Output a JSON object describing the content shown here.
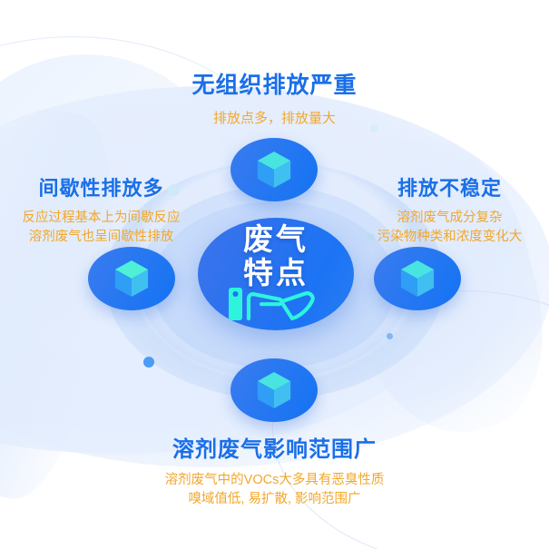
{
  "page": {
    "title": "废气特点",
    "colors": {
      "heading_blue": "#1a6fe8",
      "subtitle_orange": "#f2a72b",
      "core_blue": "#1c74f4",
      "node_blue": "#2a78f1",
      "hand_icon_cyan": "#2ef4dd",
      "background": "#ffffff",
      "halo_blue": "#c6daf9"
    }
  },
  "center": {
    "label": "废气\n特点",
    "icon": "hand-palm-icon"
  },
  "nodes": [
    {
      "id": "top",
      "icon": "cube-icon"
    },
    {
      "id": "left",
      "icon": "cube-icon"
    },
    {
      "id": "right",
      "icon": "cube-icon"
    },
    {
      "id": "bottom",
      "icon": "cube-icon"
    }
  ],
  "features": {
    "top": {
      "heading": "无组织排放严重",
      "subtitle": "排放点多，排放量大"
    },
    "left": {
      "heading": "间歇性排放多",
      "subtitle": "反应过程基本上为间歇反应\n溶剂废气也呈间歇性排放"
    },
    "right": {
      "heading": "排放不稳定",
      "subtitle": "溶剂废气成分复杂\n污染物种类和浓度变化大"
    },
    "bottom": {
      "heading": "溶剂废气影响范围广",
      "subtitle": "溶剂废气中的VOCs大多具有恶臭性质\n嗅域值低, 易扩散, 影响范围广"
    }
  }
}
